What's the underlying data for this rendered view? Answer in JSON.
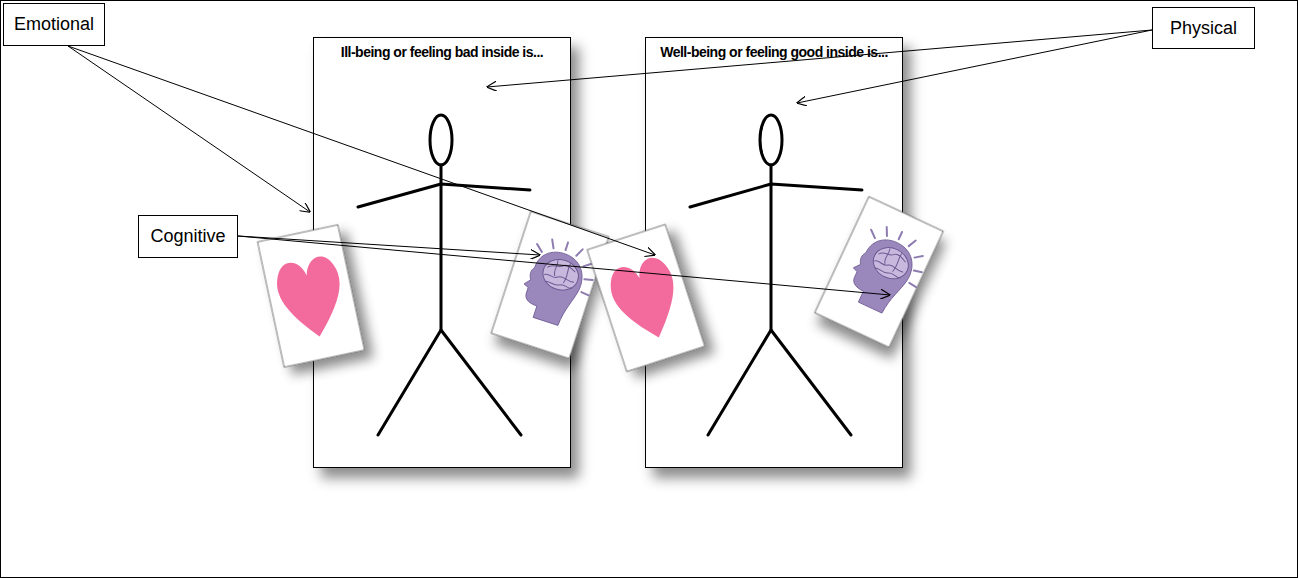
{
  "diagram": {
    "nodes": [
      {
        "text": [
          "Emotional"
        ]
      },
      {
        "text": [
          "Physical"
        ]
      },
      {
        "text": [
          "Ill-being or feeling bad inside is..."
        ]
      },
      {
        "text": [
          "Well-being or feeling good inside is..."
        ]
      },
      {
        "text": [
          "Cognitive"
        ]
      }
    ]
  }
}
